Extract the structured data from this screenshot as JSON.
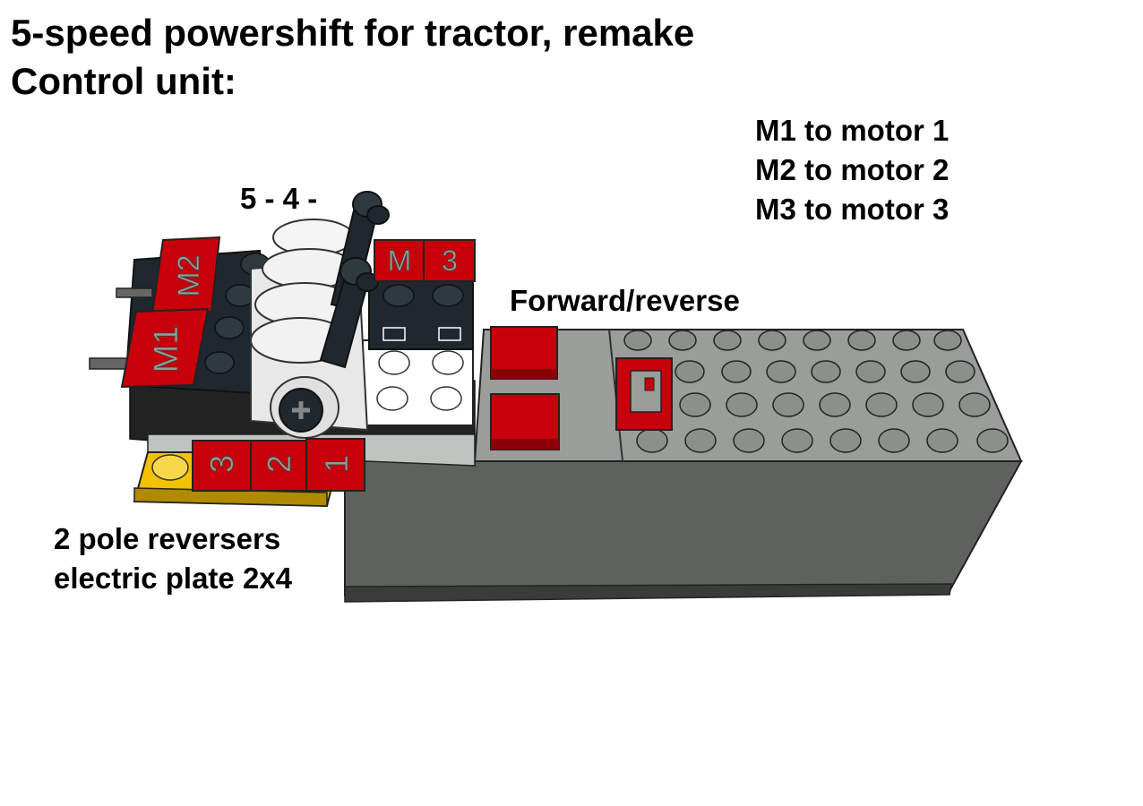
{
  "title_line_1": "5-speed powershift for tractor, remake",
  "title_line_2": "Control unit:",
  "motor_notes": [
    "M1 to motor 1",
    "M2 to motor 2",
    "M3 to motor 3"
  ],
  "lever_label": "5 - 4 -",
  "switch_label": "Forward/reverse",
  "reverser_label_line_1": "2 pole reversers",
  "reverser_label_line_2": "electric plate 2x4",
  "tile_text": {
    "m3_m": "M",
    "m3_3": "3",
    "m2": "M2",
    "m1": "M1",
    "r3": "3",
    "r2": "2",
    "r1": "1"
  },
  "colors": {
    "red": "#c8000a",
    "dark_grey": "#5e625e",
    "light_grey": "#9a9e9a",
    "black": "#1e282e",
    "white": "#ffffff",
    "yellow": "#f2c200"
  }
}
